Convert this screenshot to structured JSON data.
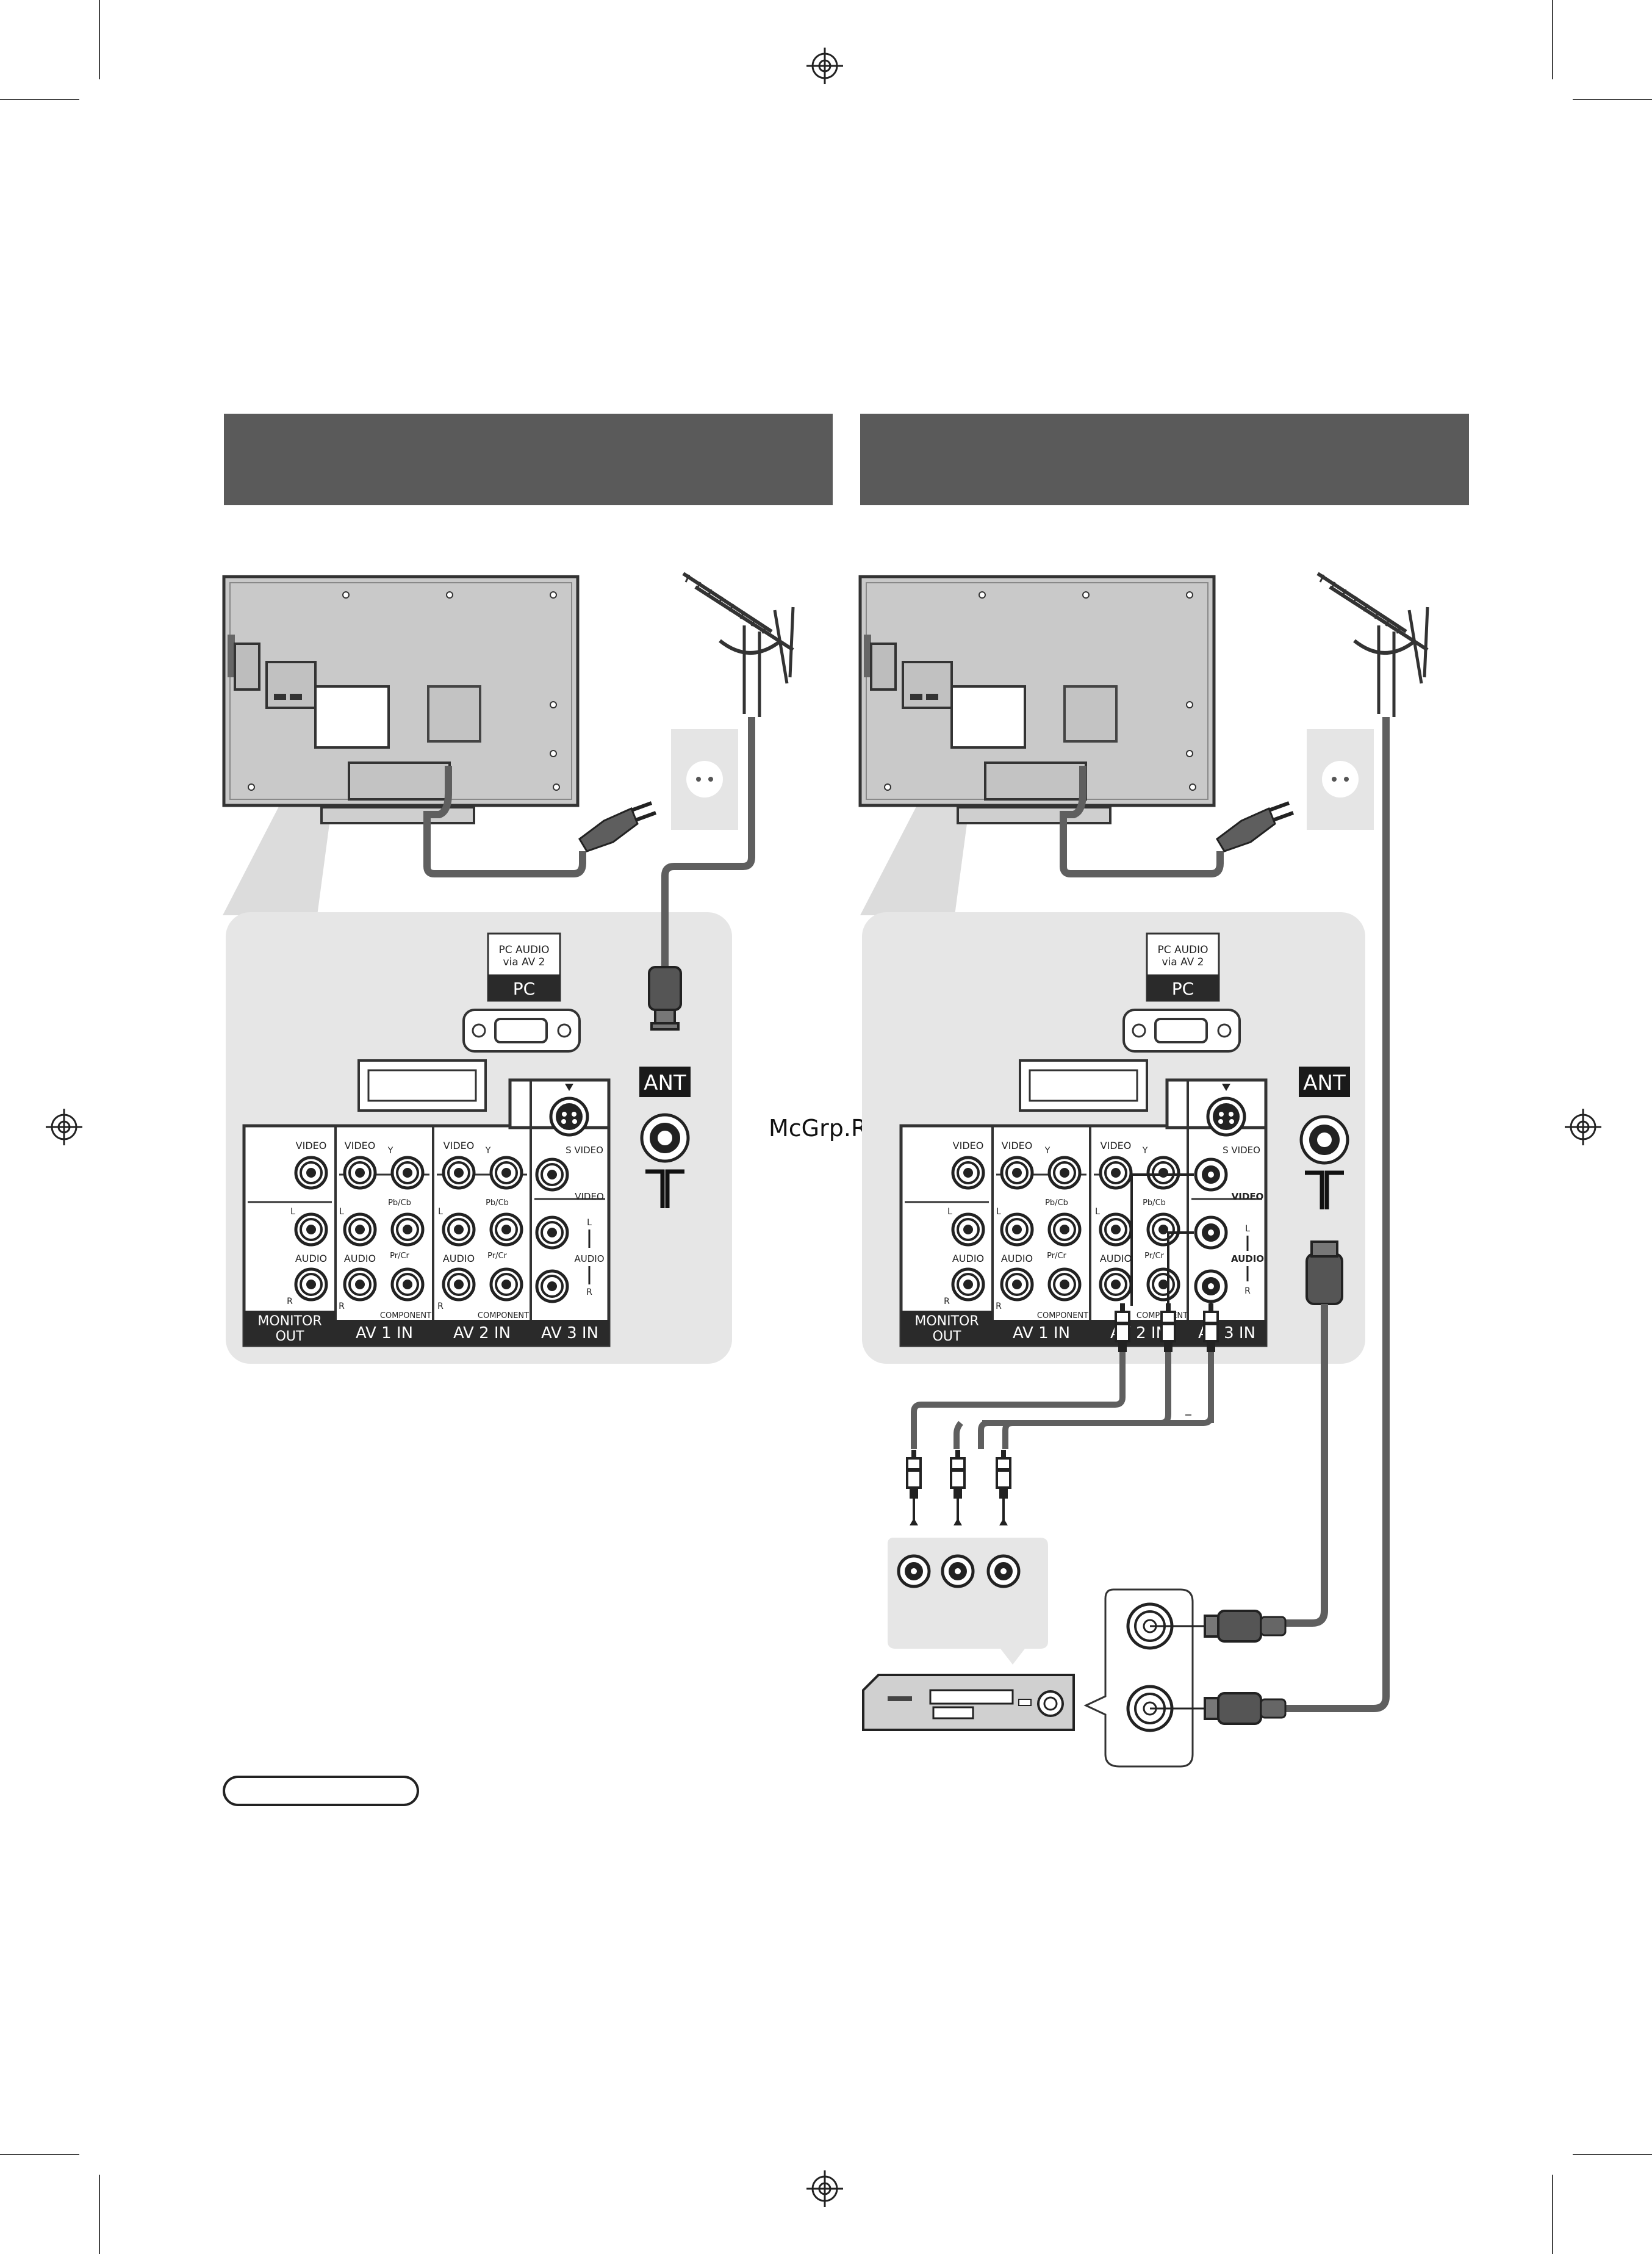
{
  "watermark": "McGrp.Ru",
  "panel": {
    "pc_audio_line1": "PC AUDIO",
    "pc_audio_line2": "via AV 2",
    "pc_label": "PC",
    "ant_label": "ANT",
    "labels": {
      "video": "VIDEO",
      "audio": "AUDIO",
      "l": "L",
      "r": "R",
      "y": "Y",
      "pb_cb": "Pb/Cb",
      "pr_cr": "Pr/Cr",
      "s_video": "S VIDEO",
      "component": "COMPONENT"
    },
    "sections": {
      "monitor_out_1": "MONITOR",
      "monitor_out_2": "OUT",
      "av1_in": "AV 1  IN",
      "av2_in": "AV 2  IN",
      "av3_in": "AV 3  IN"
    }
  },
  "colors": {
    "header_bar": "#5a5a5a",
    "panel_bg": "#e6e6e6",
    "tv_body": "#c8c8c8",
    "cable": "#5f5f5f",
    "dark_label": "#2a2a2a"
  }
}
